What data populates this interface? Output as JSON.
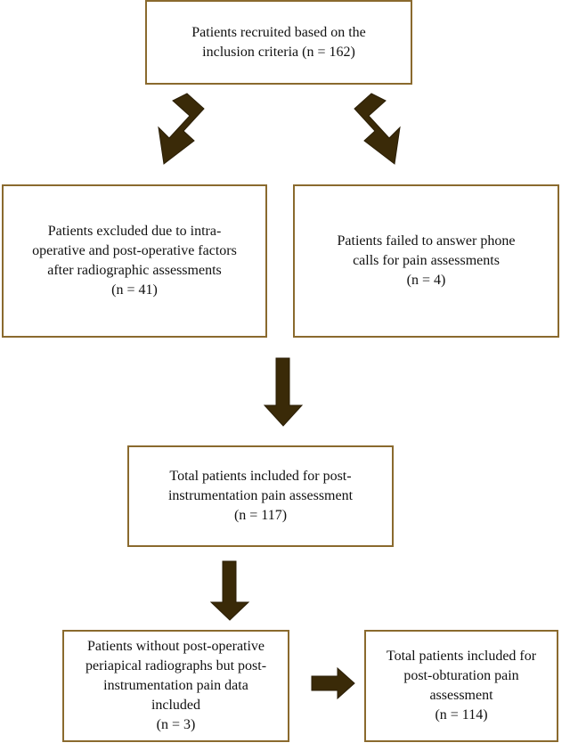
{
  "diagram": {
    "colors": {
      "box_border": "#8a6a2e",
      "arrow_fill": "#3a2a08",
      "text": "#111111",
      "background": "#ffffff"
    },
    "boxes": {
      "recruited": {
        "lines": [
          "Patients recruited based on the",
          "inclusion criteria (n = 162)"
        ]
      },
      "excluded": {
        "lines": [
          "Patients excluded due to intra-",
          "operative and post-operative factors",
          "after radiographic assessments",
          "(n = 41)"
        ]
      },
      "failed_calls": {
        "lines": [
          "Patients failed to answer phone",
          "calls for pain assessments",
          "(n = 4)"
        ]
      },
      "post_instrumentation": {
        "lines": [
          "Total patients included for post-",
          "instrumentation pain assessment",
          "(n = 117)"
        ]
      },
      "without_radiographs": {
        "lines": [
          "Patients without post-operative",
          "periapical radiographs but post-",
          "instrumentation pain data",
          "included",
          "(n = 3)"
        ]
      },
      "post_obturation": {
        "lines": [
          "Total patients included for",
          "post-obturation pain",
          "assessment",
          "(n = 114)"
        ]
      }
    }
  }
}
